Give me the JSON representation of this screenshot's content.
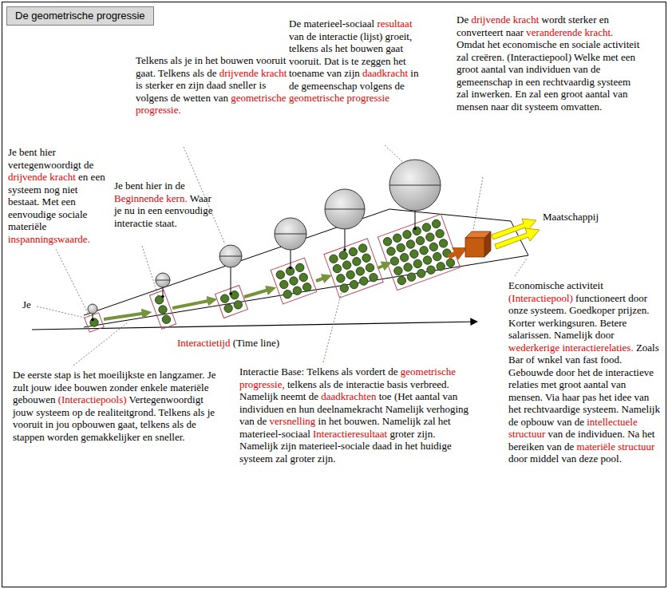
{
  "diagram": {
    "title": "De geometrische progressie",
    "nodes": [
      {
        "text": [
          "De geometrische progressie"
        ]
      }
    ],
    "labels": [
      "Je bent hier vertegenwoordigt de drijvende kracht en een systeem nog niet bestaat. Met een eenvoudige sociale materiële inspanningswaarde.",
      "Je bent hier in de Beginnende kern. Waar je nu in een eenvoudige interactie staat.",
      "Telkens als je in het bouwen vooruit gaat. Telkens als de drijvende kracht is sterker en zijn daad sneller is volgens de wetten van geometrische progressie.",
      "De materieel-sociaal resultaat van de interactie (lijst) groeit, telkens als het bouwen gaat vooruit. Dat is te zeggen het toename van zijn daadkracht in de gemeenschap volgens de geometrische progressie",
      "De drijvende kracht wordt sterker en converteert naar veranderende kracht. Omdat het economische en sociale activiteit zal creëren. (Interactiepool) Welke met een groot aantal van individuen van de gemeenschap in een rechtvaardig systeem zal inwerken. En zal een groot aantal van mensen naar dit systeem omvatten.",
      "Maatschappij",
      "Je",
      "Economische activiteit (Interactiepool) functioneert door onze systeem. Goedkoper prijzen. Korter werkingsuren. Betere salarissen. Namelijk door wederkerige interactierelaties. Zoals Bar of wnkel van fast food. Gebouwde door het de interactieve relaties met groot aantal van mensen. Via haar pas het idee van het rechtvaardige systeem. Namelijk de opbouw van de intellectuele structuur van de individuen. Na het bereiken van de materiële structuur door middel van deze pool.",
      "Interactietijd (Time line)",
      "De eerste stap is het moeilijkste en langzamer. Je zult jouw idee bouwen zonder enkele materiële gebouwen (Interactiepools) Vertegenwoordigt jouw systeem op de realiteitgrond. Telkens als je vooruit in jou opbouwen gaat, telkens als de stappen worden gemakkelijker en sneller.",
      "Interactie Base: Telkens als vordert de geometrische progressie, telkens als de interactie basis verbreed. Namelijk neemt de daadkrachten toe (Het aantal van individuen en hun deelnamekracht Namelijk verhoging van de versnelling in het bouwen. Namelijk zal het materieel-sociaal Interactieresultaat groter zijn. Namelijk zijn materieel-sociale daad in het huidige systeem zal groter zijn."
    ]
  }
}
